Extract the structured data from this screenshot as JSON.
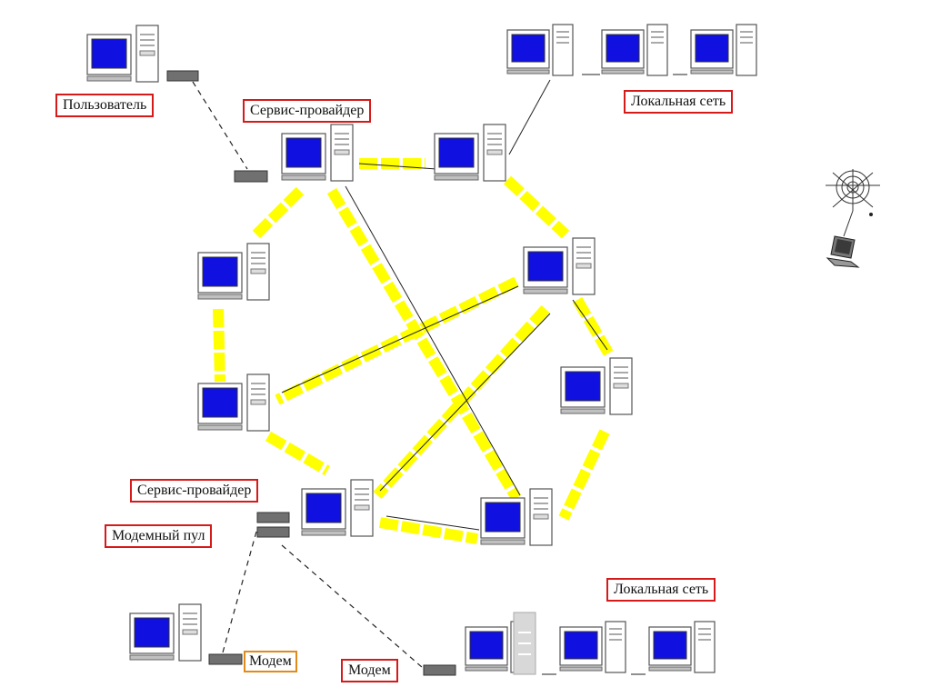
{
  "labels": {
    "user": "Пользователь",
    "provider_top": "Сервис-провайдер",
    "lan_top": "Локальная сеть",
    "provider_bottom": "Сервис-провайдер",
    "modem_pool": "Модемный пул",
    "lan_bottom": "Локальная сеть",
    "modem_left": "Модем",
    "modem_right": "Модем"
  },
  "colors": {
    "screen": "#1010e0",
    "link": "#ffff00",
    "label_border": "#d61a1a",
    "modem": "#707070"
  }
}
